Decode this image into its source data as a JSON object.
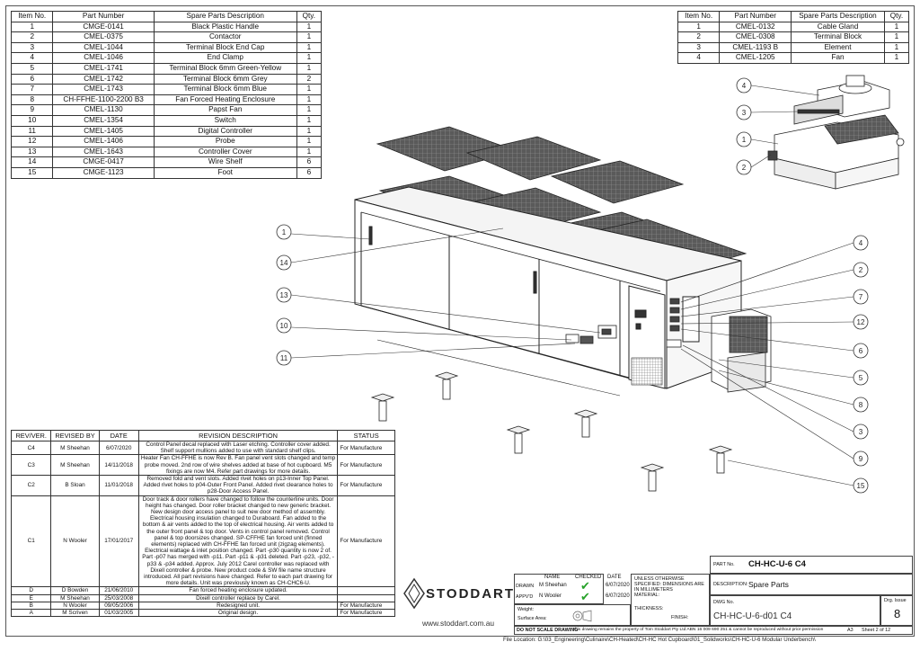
{
  "parts_left": {
    "headers": [
      "Item No.",
      "Part Number",
      "Spare Parts Description",
      "Qty."
    ],
    "rows": [
      [
        "1",
        "CMGE-0141",
        "Black Plastic Handle",
        "1"
      ],
      [
        "2",
        "CMEL-0375",
        "Contactor",
        "1"
      ],
      [
        "3",
        "CMEL-1044",
        "Terminal Block End Cap",
        "1"
      ],
      [
        "4",
        "CMEL-1046",
        "End Clamp",
        "1"
      ],
      [
        "5",
        "CMEL-1741",
        "Terminal Block 6mm Green-Yellow",
        "1"
      ],
      [
        "6",
        "CMEL-1742",
        "Terminal Block 6mm Grey",
        "2"
      ],
      [
        "7",
        "CMEL-1743",
        "Terminal Block 6mm Blue",
        "1"
      ],
      [
        "8",
        "CH-FFHE-1100-2200 B3",
        "Fan Forced Heating Enclosure",
        "1"
      ],
      [
        "9",
        "CMEL-1130",
        "Papst Fan",
        "1"
      ],
      [
        "10",
        "CMEL-1354",
        "Switch",
        "1"
      ],
      [
        "11",
        "CMEL-1405",
        "Digital Controller",
        "1"
      ],
      [
        "12",
        "CMEL-1406",
        "Probe",
        "1"
      ],
      [
        "13",
        "CMEL-1643",
        "Controller Cover",
        "1"
      ],
      [
        "14",
        "CMGE-0417",
        "Wire Shelf",
        "6"
      ],
      [
        "15",
        "CMGE-1123",
        "Foot",
        "6"
      ]
    ]
  },
  "parts_right": {
    "headers": [
      "Item No.",
      "Part Number",
      "Spare Parts Description",
      "Qty."
    ],
    "rows": [
      [
        "1",
        "CMEL-0132",
        "Cable Gland",
        "1"
      ],
      [
        "2",
        "CMEL-0308",
        "Terminal Block",
        "1"
      ],
      [
        "3",
        "CMEL-1193 B",
        "Element",
        "1"
      ],
      [
        "4",
        "CMEL-1205",
        "Fan",
        "1"
      ]
    ]
  },
  "revisions": {
    "headers": [
      "REV/VER.",
      "REVISED BY",
      "DATE",
      "REVISION DESCRIPTION",
      "STATUS"
    ],
    "rows": [
      [
        "C4",
        "M Sheehan",
        "6/07/2020",
        "Control Panel decal replaced with Laser etching. Controller cover added. Shelf support mullions added to use with standard shelf clips.",
        "For Manufacture"
      ],
      [
        "C3",
        "M Sheehan",
        "14/11/2018",
        "Heater Fan CH-FFHE is now Rev B. Fan panel vent slots changed and temp probe moved. 2nd row of wire shelves added at base of hot cupboard. M5 fixings are now M4. Refer part drawings for more details.",
        "For Manufacture"
      ],
      [
        "C2",
        "B Sloan",
        "11/01/2018",
        "Removed fold and vent slots. Added rivet holes on p13-Inner Top Panel. Added rivet holes to p04-Outer Front Panel. Added rivet clearance holes to p28-Door Access Panel.",
        "For Manufacture"
      ],
      [
        "C1",
        "N Wooler",
        "17/01/2017",
        "Door track & door rollers have changed to follow the counterline units. Door height has changed. Door roller bracket changed to new generic bracket. New design door access panel to suit new door method of assembly. Electrical housing insulation changed to Duraboard. Fan added to the bottom & air vents added to the top of electrical housing. Air vents added to the outer front panel & top door. Vents in control panel removed. Control panel & top doorsizes changed. SP-CFFHE fan forced unit (finned elements) replaced with CH-FFHE fan forced unit (zigzag elements). Electrical wattage & inlet position changed. Part -p30 quantity is now 2 of. Part -p07 has merged with -p11. Part -p11 & -p31 deleted. Part -p23, -p32, -p33 & -p34 added. Approx. July 2012 Carel controller was replaced with Dixell controller & probe. New product code & SW file name structure introduced. All part revisions have changed. Refer to each part drawing for more details. Unit was previously known as CH-CHC6-U.",
        "For Manufacture"
      ],
      [
        "D",
        "D Bowden",
        "21/06/2010",
        "Fan forced heating enclosure updated.",
        ""
      ],
      [
        "E",
        "M Sheehan",
        "25/03/2008",
        "Dixell controller replace by Carel.",
        ""
      ],
      [
        "B",
        "N Wooler",
        "09/05/2006",
        "Redesigned unit.",
        "For Manufacture"
      ],
      [
        "A",
        "M Scriven",
        "01/03/2005",
        "Original design.",
        "For Manufacture"
      ]
    ]
  },
  "title_block": {
    "company": "STODDART",
    "website": "www.stoddart.com.au",
    "col_name": "NAME",
    "col_checked": "CHECKED",
    "col_date": "DATE",
    "drawn_label": "DRAWN",
    "drawn_name": "M Sheehan",
    "drawn_date": "6/07/2020",
    "appvd_label": "APPV'D",
    "appvd_name": "N Wooler",
    "appvd_date": "6/07/2020",
    "tolerance_note": "UNLESS OTHERWISE SPECIFIED: DIMENSIONS ARE IN MILLIMETERS",
    "material_label": "MATERIAL:",
    "thickness_label": "THICKNESS:",
    "finish_label": "FINISH:",
    "weight_label": "Weight:",
    "surface_label": "Surface Area:",
    "noscale": "DO NOT SCALE DRAWING",
    "copyright": "This drawing remains the property of Tom Stoddart Pty Ltd ABN 16 009 690 251 & cannot be reproduced without prior permission",
    "part_no_label": "PART No.",
    "part_no": "CH-HC-U-6 C4",
    "description_label": "DESCRIPTION:",
    "description": "Spare Parts",
    "dwg_no_label": "DWG No.",
    "dwg_no": "CH-HC-U-6-d01 C4",
    "size": "A3",
    "sheet": "Sheet 2 of 12",
    "dwg_issue_label": "Drg. Issue",
    "dwg_issue": "8",
    "file_location": "File Location: G:\\03_Engineering\\Culinaire\\CH-Heated\\CH-HC Hot Cupboard\\01_Solidworks\\CH-HC-U-6 Modular Underbench\\"
  },
  "callouts": [
    "1",
    "14",
    "13",
    "10",
    "11",
    "4",
    "2",
    "7",
    "12",
    "6",
    "5",
    "8",
    "3",
    "9",
    "15",
    "4",
    "3",
    "1",
    "2"
  ]
}
